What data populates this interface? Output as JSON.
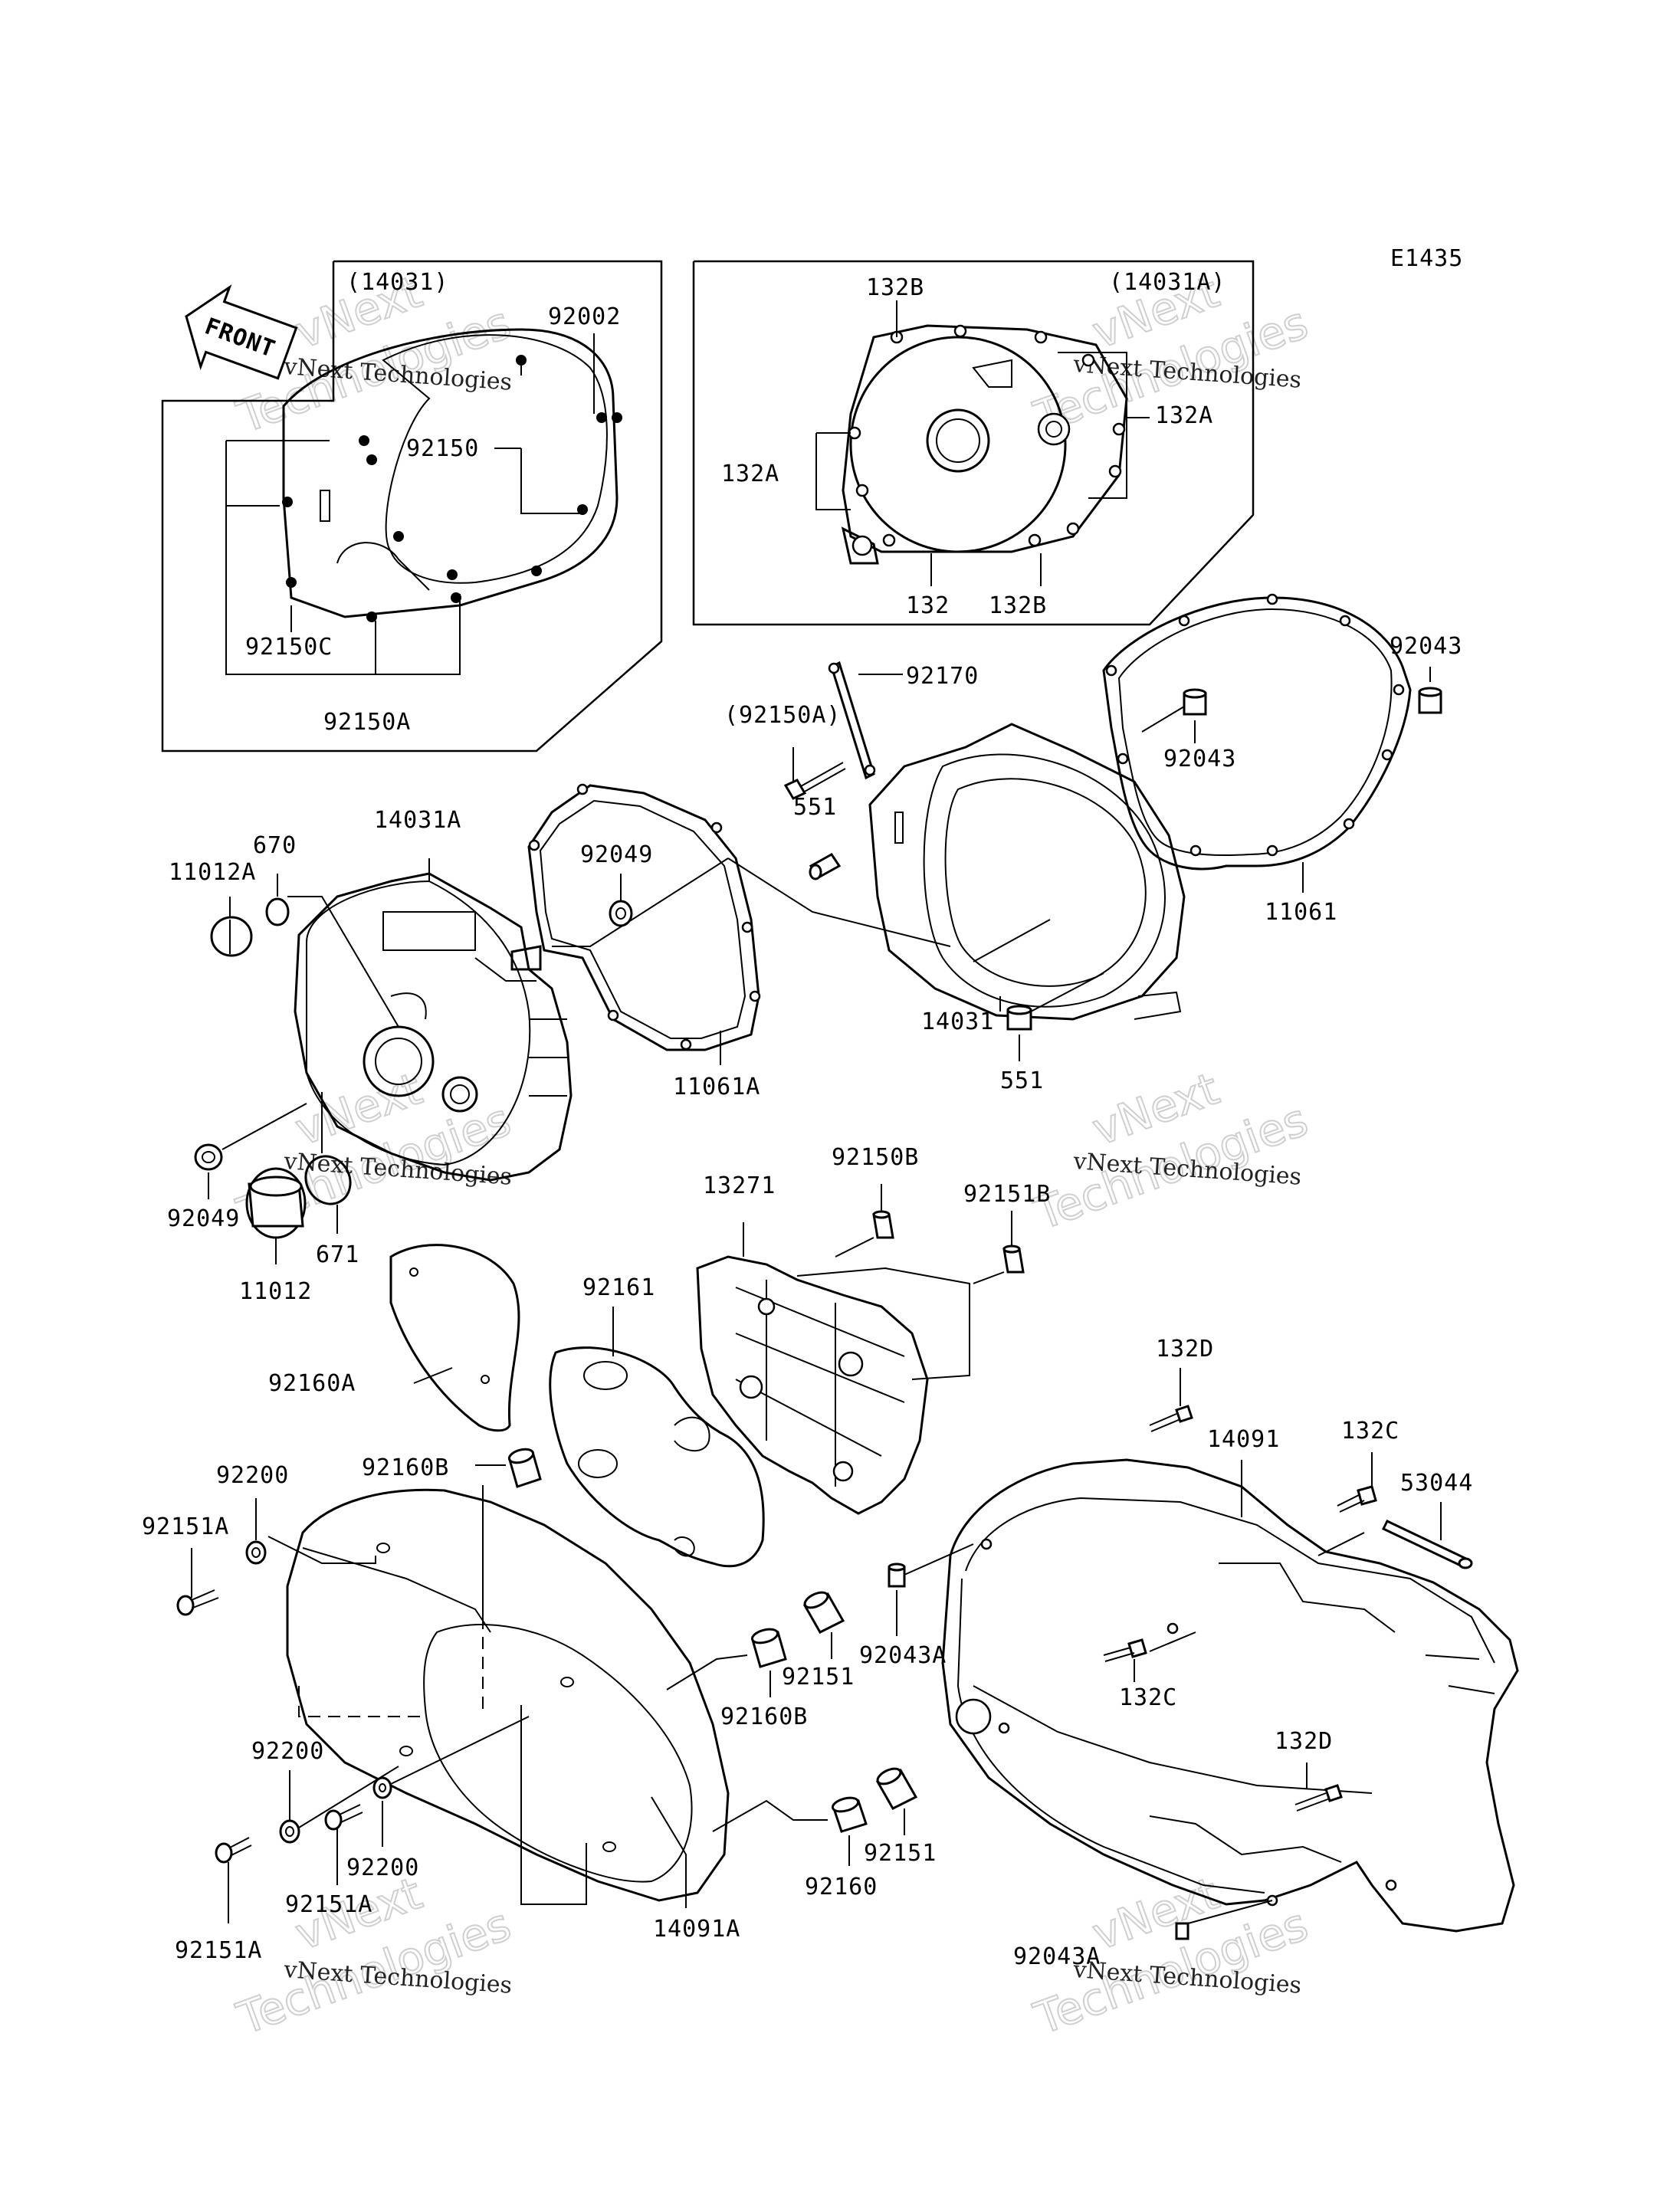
{
  "diagram_code": "E1435",
  "front_label": "FRONT",
  "watermark": {
    "brand": "vNext Technologies",
    "word1": "vNext",
    "word2": "Technologies"
  },
  "labels": {
    "l14031_paren": "(14031)",
    "l92002": "92002",
    "l92150": "92150",
    "l92150C": "92150C",
    "l92150A_top": "92150A",
    "l132B_a": "132B",
    "l14031A_paren": "(14031A)",
    "l132A_right": "132A",
    "l132A_left": "132A",
    "l132": "132",
    "l132B_b": "132B",
    "l92043_a": "92043",
    "l92170": "92170",
    "l92150A_paren": "(92150A)",
    "l92043_b": "92043",
    "l551_a": "551",
    "l14031A": "14031A",
    "l670": "670",
    "l11012A": "11012A",
    "l92049_a": "92049",
    "l11061": "11061",
    "l14031": "14031",
    "l11061A": "11061A",
    "l551_b": "551",
    "l92049_b": "92049",
    "l671": "671",
    "l11012": "11012",
    "l92150B": "92150B",
    "l13271": "13271",
    "l92151B": "92151B",
    "l92161": "92161",
    "l92160A": "92160A",
    "l132D_a": "132D",
    "l132C_a": "132C",
    "l14091": "14091",
    "l53044": "53044",
    "l92160B_a": "92160B",
    "l92200_a": "92200",
    "l92151A_a": "92151A",
    "l92043A_a": "92043A",
    "l92151_a": "92151",
    "l132C_b": "132C",
    "l92160B_b": "92160B",
    "l132D_b": "132D",
    "l92200_b": "92200",
    "l92151_b": "92151",
    "l92200_c": "92200",
    "l92160": "92160",
    "l92151A_b": "92151A",
    "l92151A_c": "92151A",
    "l14091A": "14091A",
    "l92043A_b": "92043A"
  }
}
